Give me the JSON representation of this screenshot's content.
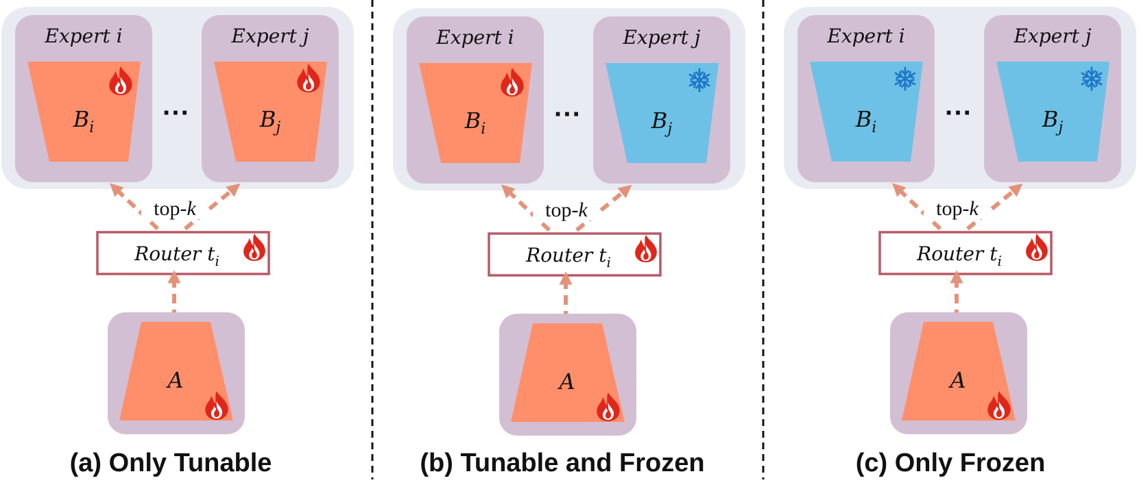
{
  "panels": [
    {
      "caption": "(a) Only Tunable",
      "expert_i": {
        "title_word": "Expert",
        "title_var": "i",
        "matrix": "B",
        "sub": "i",
        "state": "tunable"
      },
      "expert_j": {
        "title_word": "Expert",
        "title_var": "j",
        "matrix": "B",
        "sub": "j",
        "state": "tunable"
      },
      "ellipsis": "···",
      "routing_label_prefix": "top-",
      "routing_label_var": "k",
      "router_word": "Router",
      "router_var": "t",
      "router_sub": "i",
      "router_state": "tunable",
      "a_label": "A",
      "a_state": "tunable"
    },
    {
      "caption": "(b) Tunable and Frozen",
      "expert_i": {
        "title_word": "Expert",
        "title_var": "i",
        "matrix": "B",
        "sub": "i",
        "state": "tunable"
      },
      "expert_j": {
        "title_word": "Expert",
        "title_var": "j",
        "matrix": "B",
        "sub": "j",
        "state": "frozen"
      },
      "ellipsis": "···",
      "routing_label_prefix": "top-",
      "routing_label_var": "k",
      "router_word": "Router",
      "router_var": "t",
      "router_sub": "i",
      "router_state": "tunable",
      "a_label": "A",
      "a_state": "tunable"
    },
    {
      "caption": "(c) Only Frozen",
      "expert_i": {
        "title_word": "Expert",
        "title_var": "i",
        "matrix": "B",
        "sub": "i",
        "state": "frozen"
      },
      "expert_j": {
        "title_word": "Expert",
        "title_var": "j",
        "matrix": "B",
        "sub": "j",
        "state": "frozen"
      },
      "ellipsis": "···",
      "routing_label_prefix": "top-",
      "routing_label_var": "k",
      "router_word": "Router",
      "router_var": "t",
      "router_sub": "i",
      "router_state": "tunable",
      "a_label": "A",
      "a_state": "tunable"
    }
  ],
  "colors": {
    "tunable_fill": "#FF8F6B",
    "frozen_fill": "#6EC1E6",
    "expert_box": "#D3BFD3",
    "group_bg": "#E8ECF2",
    "router_border": "#B85A66",
    "arrow": "#E3927A",
    "fire_outer": "#E0261B",
    "fire_inner": "#FFFFFF",
    "snowflake": "#1E78C8",
    "divider": "#111111",
    "text": "#111111"
  },
  "icons": {
    "tunable": "fire-icon",
    "frozen": "snowflake-icon"
  }
}
